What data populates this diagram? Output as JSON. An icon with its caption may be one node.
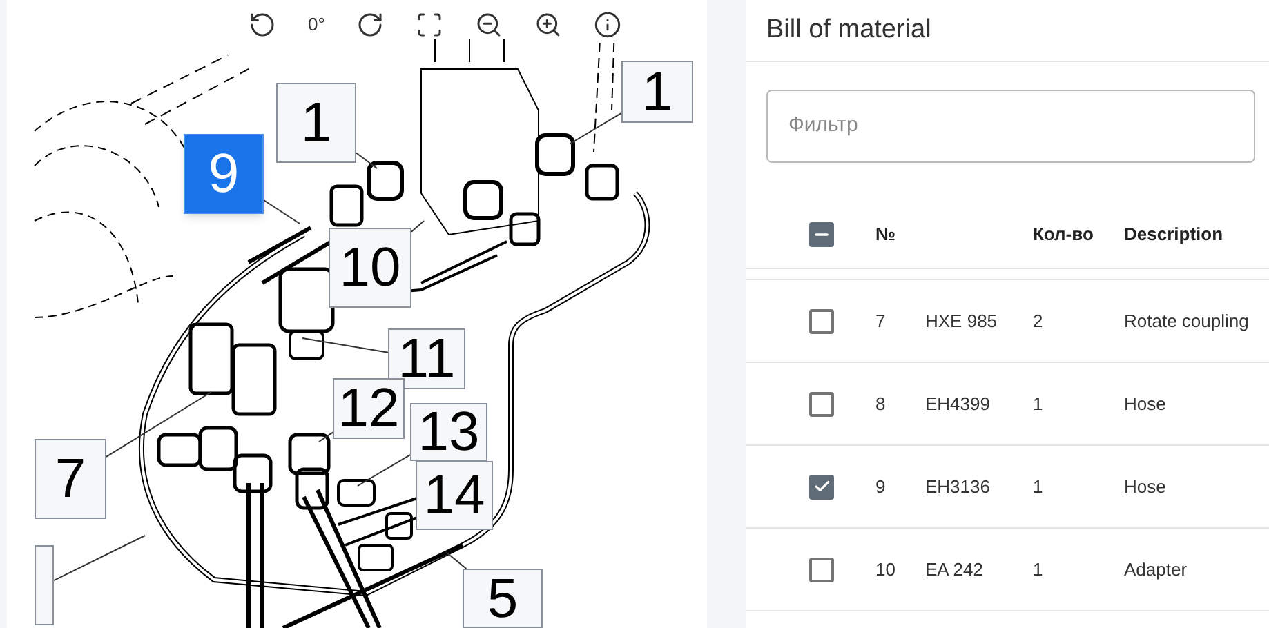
{
  "diagram": {
    "title": "Bill of material",
    "nodes": [
      {
        "text": [
          "1"
        ]
      },
      {
        "text": [
          "1"
        ]
      },
      {
        "text": [
          "9"
        ]
      },
      {
        "text": [
          "10"
        ]
      },
      {
        "text": [
          "11"
        ]
      },
      {
        "text": [
          "12"
        ]
      },
      {
        "text": [
          "13"
        ]
      },
      {
        "text": [
          "14"
        ]
      },
      {
        "text": [
          "7"
        ]
      },
      {
        "text": [],
        "shape": "box"
      },
      {
        "text": [
          "5"
        ]
      }
    ],
    "edges": [
      {
        "from": 0,
        "to": null,
        "arrow": "none"
      },
      {
        "from": 1,
        "to": null,
        "arrow": "none"
      },
      {
        "from": 2,
        "to": null,
        "arrow": "none"
      },
      {
        "from": 3,
        "to": null,
        "arrow": "none"
      },
      {
        "from": 4,
        "to": null,
        "arrow": "none"
      },
      {
        "from": 5,
        "to": null,
        "arrow": "none"
      },
      {
        "from": 6,
        "to": null,
        "arrow": "none"
      },
      {
        "from": 8,
        "to": null,
        "arrow": "none"
      },
      {
        "from": 9,
        "to": null,
        "arrow": "none"
      },
      {
        "from": 10,
        "to": null,
        "arrow": "none"
      }
    ],
    "labels": [
      "0°",
      "Фильтр",
      "№",
      "Кол-во",
      "Description",
      "7",
      "HXE 985",
      "2",
      "Rotate coupling",
      "8",
      "EH4399",
      "1",
      "Hose",
      "9",
      "EH3136",
      "1",
      "Hose",
      "10",
      "EA 242",
      "1",
      "Adapter"
    ]
  }
}
